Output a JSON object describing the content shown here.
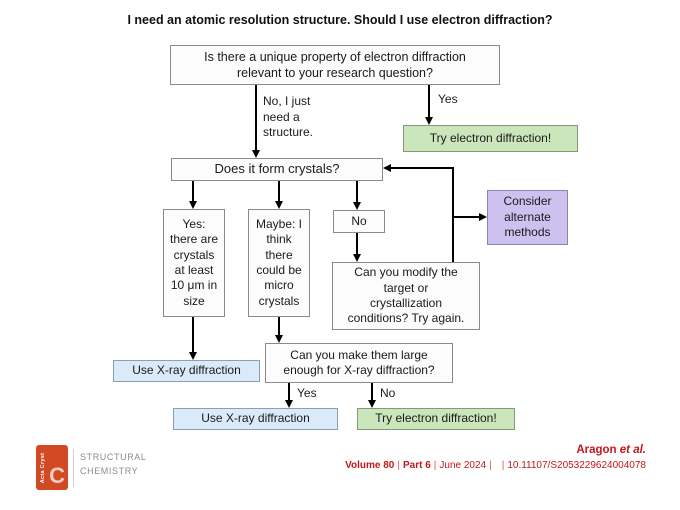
{
  "title": "I need an atomic resolution structure. Should I use electron diffraction?",
  "flowchart": {
    "q_unique_property": "Is there a unique property of electron diffraction\nrelevant to your research question?",
    "label_no_structure": "No, I just\nneed a\nstructure.",
    "label_yes_top": "Yes",
    "try_ed_top": "Try electron diffraction!",
    "q_crystals": "Does it form crystals?",
    "yes_crystals": "Yes:\nthere are\ncrystals\nat least\n10 μm in\nsize",
    "maybe_crystals": "Maybe: I\nthink\nthere\ncould be\nmicro\ncrystals",
    "no_crystals": "No",
    "q_modify": "Can you modify the\ntarget or\ncrystallization\nconditions? Try again.",
    "consider_alternate": "Consider\nalternate\nmethods",
    "use_xray_left": "Use X-ray diffraction",
    "q_large_enough": "Can you make them large\nenough for X-ray diffraction?",
    "label_yes_bottom": "Yes",
    "label_no_bottom": "No",
    "use_xray_bottom": "Use X-ray diffraction",
    "try_ed_bottom": "Try electron diffraction!"
  },
  "colors": {
    "green_fill": "#cbe6ba",
    "blue_fill": "#daeaf8",
    "purple_fill": "#cdc1ef",
    "footer_red": "#c4161c",
    "logo_orange": "#d14a24"
  },
  "footer": {
    "logo_vertical_text": "Acta Cryst",
    "logo_letter": "C",
    "journal_line1": "STRUCTURAL",
    "journal_line2": "CHEMISTRY",
    "authors": "Aragon",
    "authors_etal": "et al.",
    "volume": "Volume 80",
    "part": "Part 6",
    "date": "June 2024",
    "doi": "10.11107/S2053229624004078",
    "pipe": "|"
  }
}
